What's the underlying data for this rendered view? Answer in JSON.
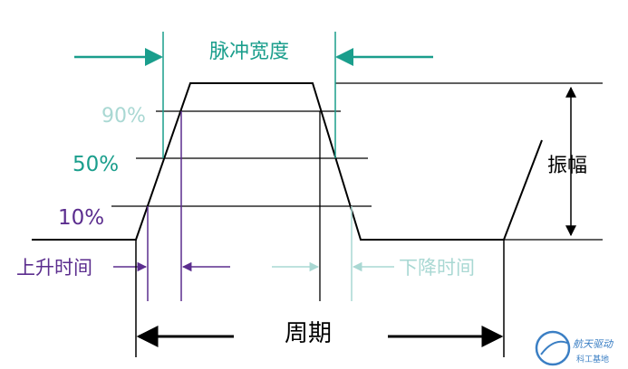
{
  "labels": {
    "pulse_width": "脉冲宽度",
    "p90": "90%",
    "p50": "50%",
    "p10": "10%",
    "amplitude": "振幅",
    "rise_time": "上升时间",
    "fall_time": "下降时间",
    "period": "周期"
  },
  "watermark": {
    "line1": "航天驱动",
    "line2": "科工基地"
  },
  "colors": {
    "teal": "#1a9e8c",
    "light_teal": "#a9d8d3",
    "purple": "#5b2d8e",
    "black": "#000000",
    "watermark": "#3b7fc4"
  }
}
